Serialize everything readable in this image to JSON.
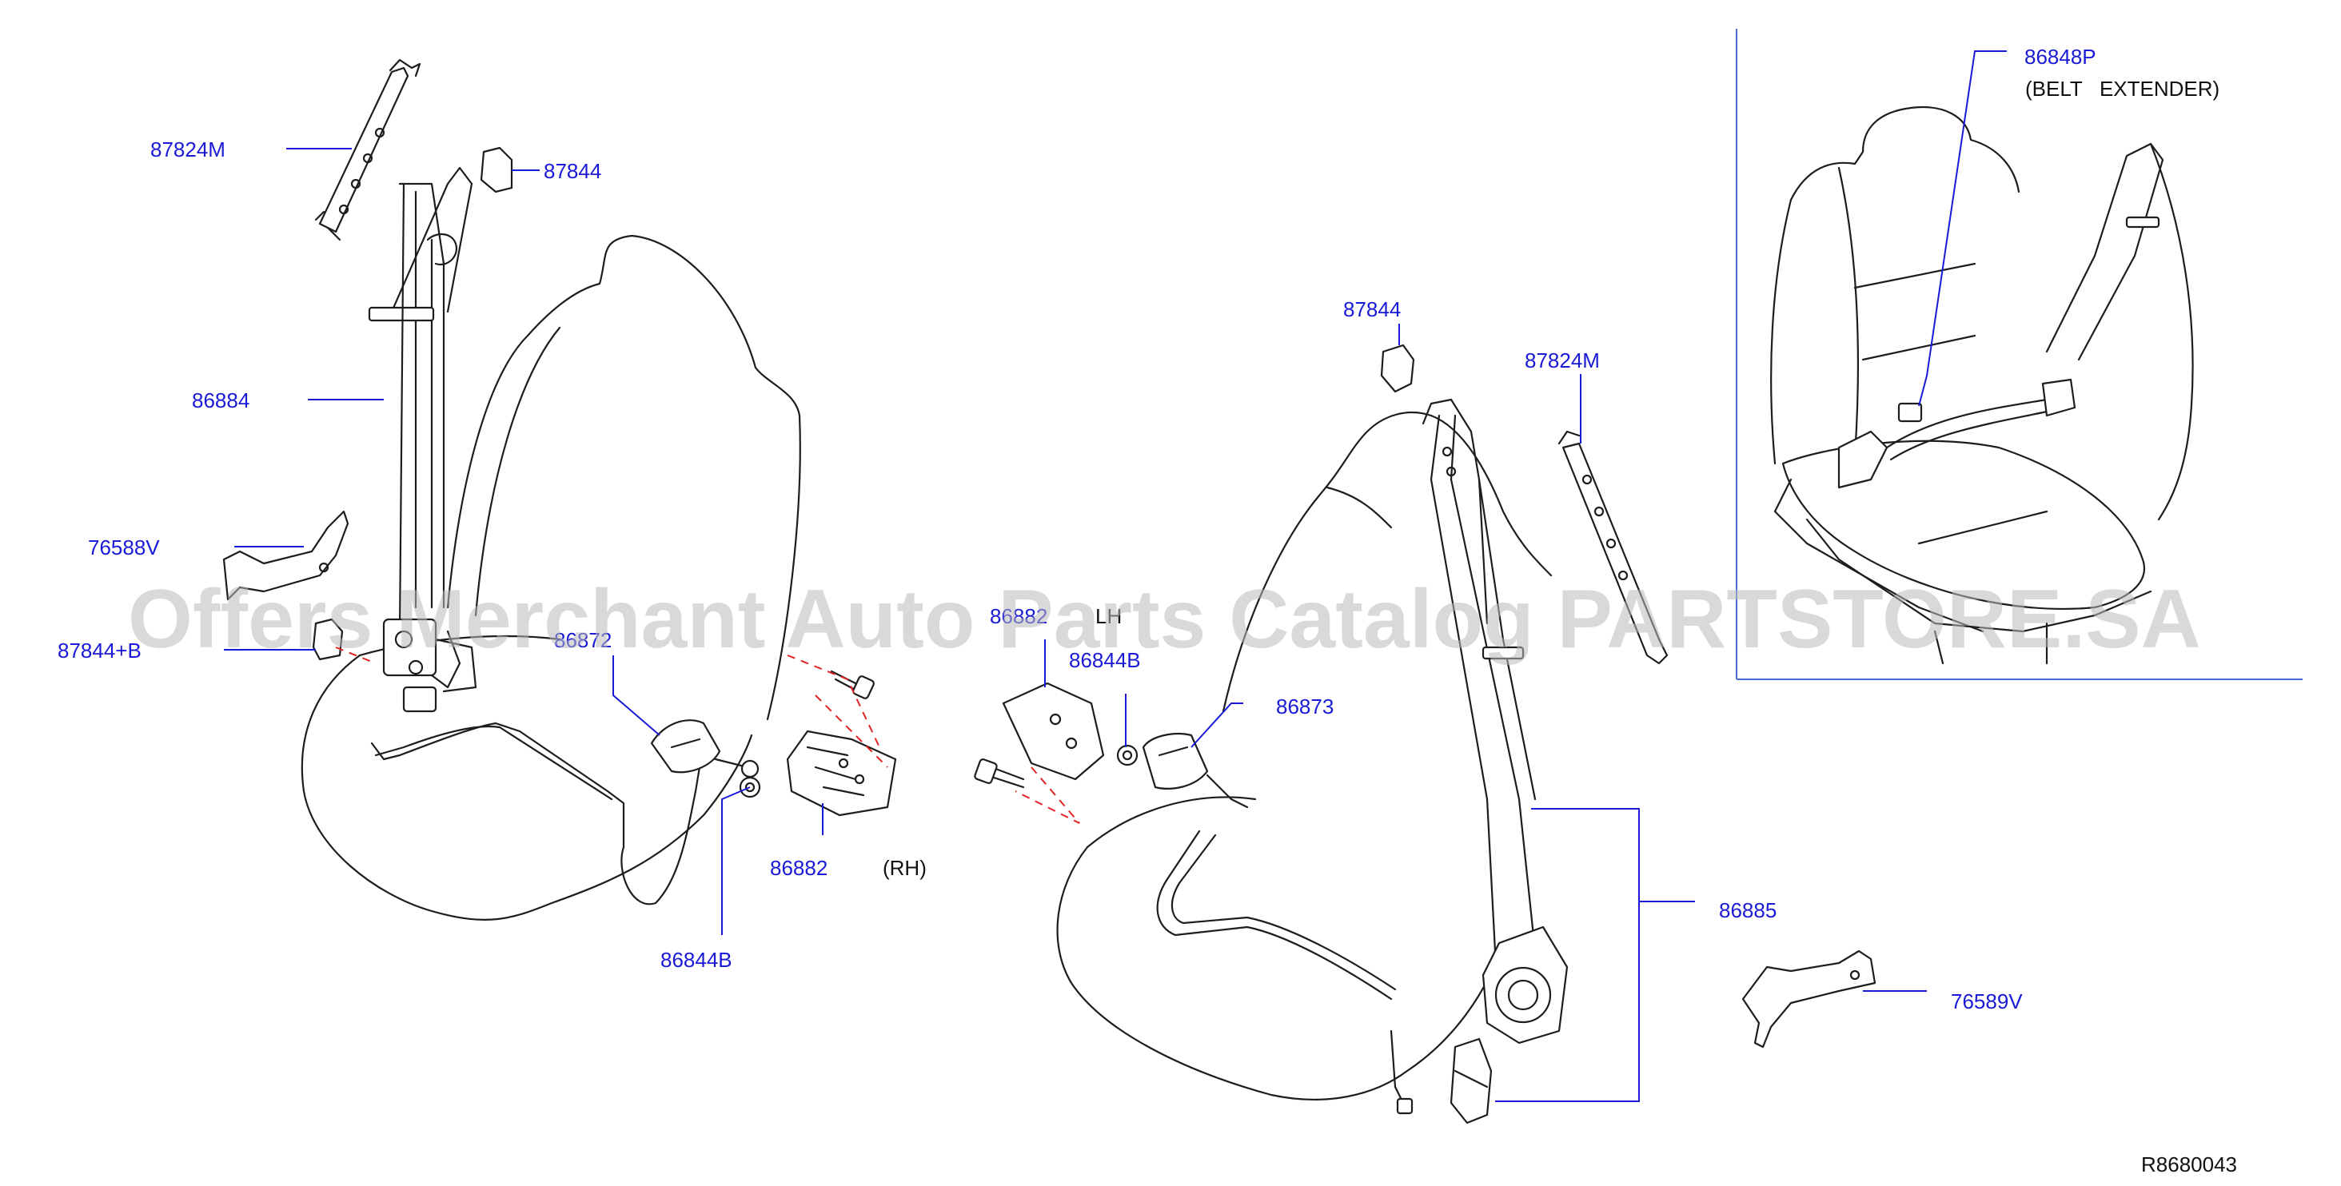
{
  "diagram": {
    "part_labels": {
      "p87824m_left": "87824M",
      "p87844_left": "87844",
      "p86884": "86884",
      "p76588v": "76588V",
      "p87844b": "87844+B",
      "p86872": "86872",
      "p86882_left": "86882",
      "p86844b_left": "86844B",
      "p86882_mid": "86882",
      "p86844b_mid": "86844B",
      "p86873": "86873",
      "p87844_right": "87844",
      "p87824m_right": "87824M",
      "p86885": "86885",
      "p76589v": "76589V",
      "p86848p": "86848P"
    },
    "notes": {
      "rh_left": "(RH)",
      "lh_mid": "LH",
      "belt_extender": "(BELT   EXTENDER)"
    },
    "reference": "R8680043",
    "watermark": "Offers Merchant Auto Parts Catalog PARTSTORE.SA",
    "colors": {
      "label_blue": "#1a1ad6",
      "drawing_black": "#1d1d1d",
      "dash_red": "#e02424",
      "watermark_gray": "#b9b9b9"
    }
  }
}
